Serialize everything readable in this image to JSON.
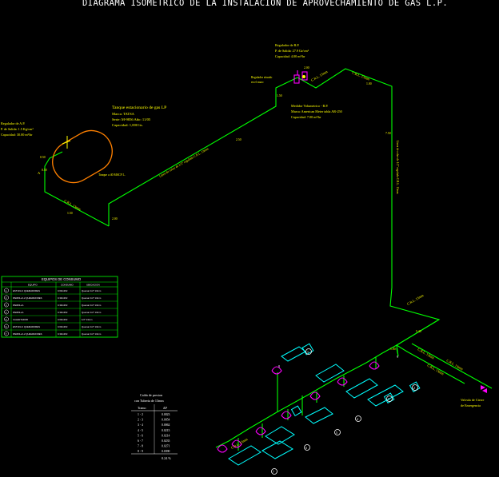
{
  "title": "DIAGRAMA ISOMETRICO DE LA INSTALACION DE APROVECHAMIENTO DE GAS L.P.",
  "tank": {
    "heading": "Tanque estacionario de gas LP",
    "line1": "Marca: TATSA",
    "line2": "Serie: M-9856  Año: 11/05",
    "line3": "Capacidad: 1,000 lts.",
    "letter": "A",
    "note": "Tanque a 40 MSCF L."
  },
  "regulator_ap": {
    "line1": "Regulador de A.P.",
    "line2": "P. de Salida: 1.5 Kg/cm²",
    "line3": "Capacidad: 30.00 m³/hr"
  },
  "regulator_bp": {
    "line1": "Regulador de B.P.",
    "line2": "P. de Salida: 27.9 Gr/cm²",
    "line3": "Capacidad: 4.00 m³/hr"
  },
  "regulator_valve": {
    "line1": "Regulador situado",
    "line2": "en el muro"
  },
  "meter": {
    "line1": "Medidor Volumetrico - B.P.",
    "line2": "Marca: American Meter tabla AR-250",
    "line3": "Capacidad: 7.00 m³/hr"
  },
  "valve": {
    "line1": "Valvula de Cierre",
    "line2": "de Emergencia"
  },
  "pipe_labels": {
    "linea_ap": "Linea de cobre de 1/2\" regulada  C.R.L. 13mm",
    "linea_vertical": "Linea de cobre de 1/2\" regulada  C.R.L. 13mm",
    "crl_1": "C.R.L. 13mm",
    "crl_2": "C.R.L. 13mm",
    "crl_3": "C.R.L. 13mm",
    "crl_4": "C.R.L. 13mm",
    "crl_5": "C.R.L. 13mm",
    "crl_6": "C.R.L. 13mm",
    "crl_7": "C.R.L. 13mm",
    "crl_8": "C.R.L. 13mm"
  },
  "dims": {
    "d1": "1.50",
    "d2": "2.00",
    "d3": "2.50",
    "d4": "1.50",
    "d5": "7.50",
    "d6": "1.00",
    "d7": "2.00",
    "d8": "5.40",
    "d9": "1.00",
    "d10": "0.50",
    "d11": "0.50"
  },
  "node_labels": {
    "n1": "1",
    "n2": "2",
    "n3": "3",
    "n4": "4",
    "n5": "5",
    "n6": "6",
    "n7": "7",
    "n8": "8",
    "n9": "9"
  },
  "equipos_table": {
    "title": "EQUIPOS DE CONSUMO",
    "headers": [
      "",
      "EQUIPO",
      "CONSUMO",
      "UBICACION"
    ],
    "rows": [
      [
        "1",
        "ESTUFA 4 QUEMADORES",
        "0.60m3/hr",
        "Quemar 1/2\" 13mm"
      ],
      [
        "2",
        "PARRILLA 2 QUEMADORES",
        "0.30m3/hr",
        "Quemar 1/2\" 13mm"
      ],
      [
        "3",
        "PARRILLA",
        "0.30m3/hr",
        "Quemar 1/2\" 13mm"
      ],
      [
        "4",
        "PARRILLA",
        "0.30m3/hr",
        "Quemar 1/2\" 13mm"
      ],
      [
        "5",
        "CALENTADOR",
        "0.60m3/hr",
        "1/2\" 13mm"
      ],
      [
        "6",
        "ESTUFA 4 QUEMADORES",
        "0.60m3/hr",
        "Quemar 1/2\" 13mm"
      ],
      [
        "7",
        "PARRILLA 2 QUEMADORES",
        "0.30m3/hr",
        "Quemar 1/2\" 13mm"
      ]
    ]
  },
  "caida_table": {
    "title1": "Caída de presion",
    "title2": "con Tuberia de 13mm",
    "headers": [
      "Tramo",
      "ΔP"
    ],
    "rows": [
      [
        "1 - 2",
        "0.0023"
      ],
      [
        "2 - 3",
        "0.0054"
      ],
      [
        "3 - 4",
        "0.0062"
      ],
      [
        "4 - 5",
        "0.0215"
      ],
      [
        "5 - 6",
        "0.0214"
      ],
      [
        "6 - 7",
        "0.0235"
      ],
      [
        "7 - 8",
        "0.0271"
      ],
      [
        "8 - 9",
        "0.0390"
      ]
    ],
    "total": "0.24 %"
  },
  "colors": {
    "pipe": "#00ff00",
    "text": "#ffff00",
    "appliance": "#00ffff",
    "fitting": "#ff00ff",
    "tank": "#ff8000"
  }
}
